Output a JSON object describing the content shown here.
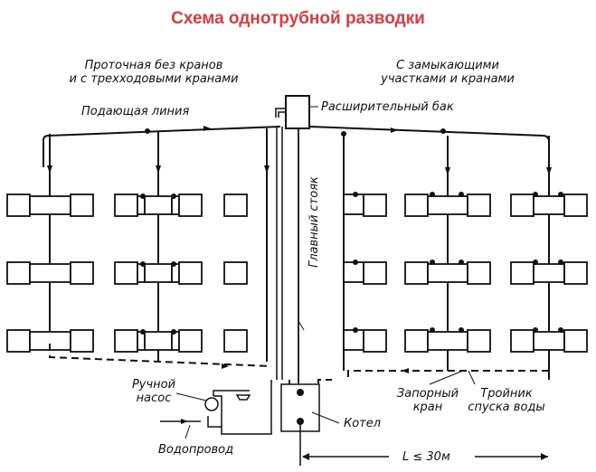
{
  "title": "Схема однотрубной разводки",
  "sections": {
    "left": [
      "Проточная без кранов",
      "и с трехходовыми кранами"
    ],
    "right": [
      "С замыкающими",
      "участками и кранами"
    ]
  },
  "labels": {
    "supply_line": "Подающая линия",
    "expansion_tank": "Расширительный бак",
    "main_riser": "Главный стояк",
    "hand_pump": [
      "Ручной",
      "насос"
    ],
    "water_supply": "Водопровод",
    "boiler": "Котел",
    "shutoff_valve": [
      "Запорный",
      "кран"
    ],
    "drain_tee": [
      "Тройник",
      "спуска воды"
    ],
    "length": "L ≤ 30м"
  },
  "colors": {
    "title": "#e0393e",
    "line": "#111111",
    "background": "#ffffff"
  },
  "diagram": {
    "floors_per_riser": 3,
    "left_risers": [
      "flow-through",
      "three-way-valves",
      "single-sided"
    ],
    "right_risers": [
      "closing-section-single-sided",
      "closing-section",
      "closing-section"
    ]
  }
}
